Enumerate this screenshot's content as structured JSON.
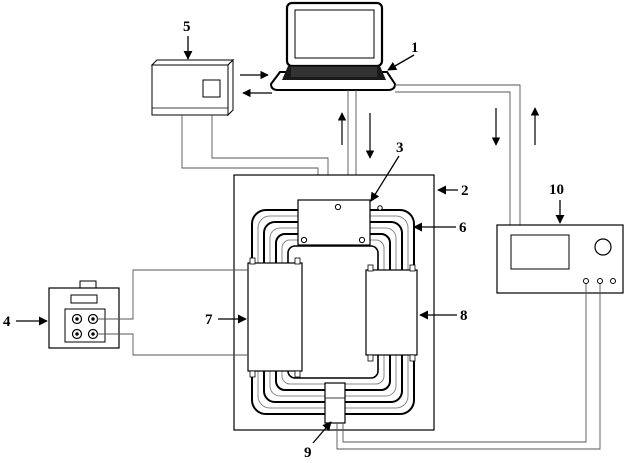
{
  "diagram": {
    "labels": [
      "1",
      "2",
      "3",
      "4",
      "5",
      "6",
      "7",
      "8",
      "9",
      "10"
    ],
    "colors": {
      "stroke": "#000000",
      "device_fill": "#ffffff",
      "shading": "#bbbbbb",
      "coil_outer": "#000000"
    }
  }
}
